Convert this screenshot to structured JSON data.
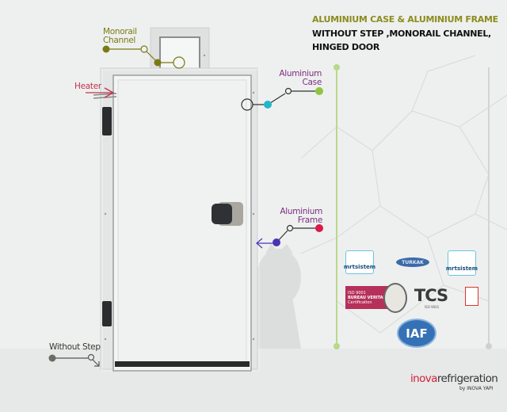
{
  "heading": {
    "line1": "ALUMINIUM CASE & ALUMINIUM FRAME",
    "line2": "WITHOUT STEP ,MONORAIL CHANNEL,",
    "line3": "HINGED DOOR"
  },
  "callouts": {
    "monorail": {
      "line1": "Monorail",
      "line2": "Channel",
      "color": "#7a7a12"
    },
    "heater": {
      "label": "Heater",
      "color": "#c3334c"
    },
    "case": {
      "line1": "Aluminium",
      "line2": "Case",
      "color": "#7b2d80"
    },
    "frame": {
      "line1": "Aluminium",
      "line2": "Frame",
      "color": "#7b2d80"
    },
    "step": {
      "label": "Without Step",
      "color": "#2e3b2e"
    }
  },
  "certifications": {
    "mrt1": "mrtsistem",
    "turkak": "TURKAK",
    "mrt2": "mrtsistem",
    "bv_iso": "ISO 9001",
    "bv_name": "BUREAU VERITAS",
    "bv_sub": "Certification",
    "tcs": "TCS",
    "tcs_iso": "ISO 9001",
    "iaf": "IAF"
  },
  "brand": {
    "name_a": "inova",
    "name_b": "refrigeration",
    "sub": "by INOVA YAPI"
  }
}
